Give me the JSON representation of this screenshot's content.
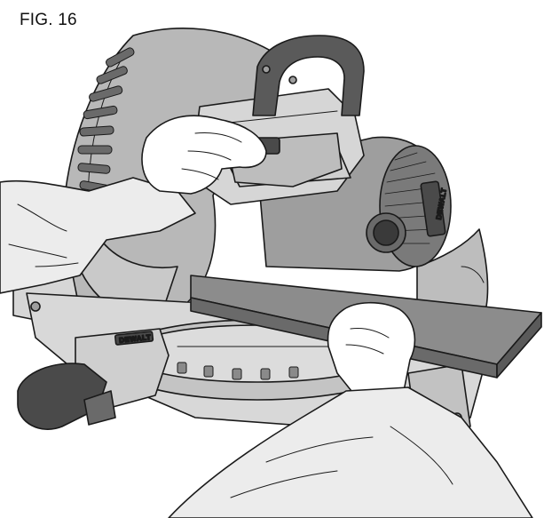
{
  "figure": {
    "label": "FIG. 16"
  },
  "brand": {
    "motor_badge": "DEWALT",
    "base_badge": "DEWALT"
  },
  "colors": {
    "outline": "#1a1a1a",
    "body_light": "#d6d6d6",
    "body_mid": "#9e9e9e",
    "body_dark": "#4a4a4a",
    "blade_guard": "#b8b8b8",
    "workpiece": "#8c8c8c",
    "skin": "#ffffff",
    "sleeve": "#ececec"
  },
  "icons": [
    "miter-saw-illustration",
    "left-hand-icon",
    "right-hand-icon",
    "workpiece-board-icon"
  ]
}
